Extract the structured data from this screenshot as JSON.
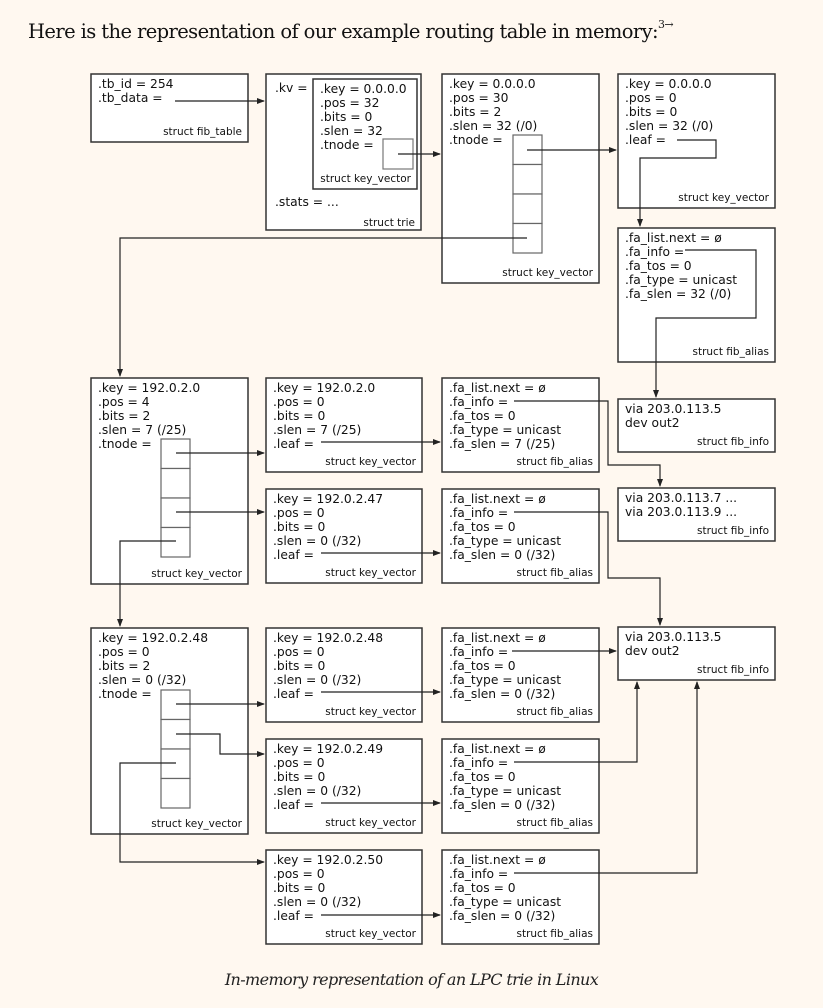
{
  "intro": {
    "text": "Here is the representation of our example routing table in memory:",
    "footnote": "3→"
  },
  "caption": "In-memory representation of an LPC trie in Linux",
  "nodes": {
    "fib_table": {
      "fields": [
        ".tb_id = 254",
        ".tb_data ="
      ],
      "label": "struct fib_table"
    },
    "trie": {
      "fields": [
        ".kv =",
        ".stats = ..."
      ],
      "label": "struct trie"
    },
    "trie_kv": {
      "fields": [
        ".key = 0.0.0.0",
        ".pos = 32",
        ".bits = 0",
        ".slen = 32",
        ".tnode ="
      ],
      "label": "struct key_vector"
    },
    "root_tnode": {
      "fields": [
        ".key = 0.0.0.0",
        ".pos = 30",
        ".bits = 2",
        ".slen = 32 (/0)",
        ".tnode ="
      ],
      "label": "struct key_vector"
    },
    "leaf_default": {
      "fields": [
        ".key = 0.0.0.0",
        ".pos = 0",
        ".bits = 0",
        ".slen = 32 (/0)",
        ".leaf ="
      ],
      "label": "struct key_vector"
    },
    "alias_default": {
      "fields": [
        ".fa_list.next = ø",
        ".fa_info =",
        ".fa_tos = 0",
        ".fa_type = unicast",
        ".fa_slen = 32 (/0)"
      ],
      "label": "struct fib_alias"
    },
    "info_1": {
      "fields": [
        "via 203.0.113.5",
        "dev out2"
      ],
      "label": "struct fib_info"
    },
    "tnode_192_0_2_0": {
      "fields": [
        ".key = 192.0.2.0",
        ".pos = 4",
        ".bits = 2",
        ".slen = 7 (/25)",
        ".tnode ="
      ],
      "label": "struct key_vector"
    },
    "leaf_192_0_2_0": {
      "fields": [
        ".key = 192.0.2.0",
        ".pos = 0",
        ".bits = 0",
        ".slen = 7 (/25)",
        ".leaf ="
      ],
      "label": "struct key_vector"
    },
    "alias_192_0_2_0": {
      "fields": [
        ".fa_list.next = ø",
        ".fa_info =",
        ".fa_tos = 0",
        ".fa_type = unicast",
        ".fa_slen = 7 (/25)"
      ],
      "label": "struct fib_alias"
    },
    "info_2": {
      "fields": [
        "via 203.0.113.7 ...",
        "via 203.0.113.9 ..."
      ],
      "label": "struct fib_info"
    },
    "leaf_192_0_2_47": {
      "fields": [
        ".key = 192.0.2.47",
        ".pos = 0",
        ".bits = 0",
        ".slen = 0 (/32)",
        ".leaf ="
      ],
      "label": "struct key_vector"
    },
    "alias_192_0_2_47": {
      "fields": [
        ".fa_list.next = ø",
        ".fa_info =",
        ".fa_tos = 0",
        ".fa_type = unicast",
        ".fa_slen = 0 (/32)"
      ],
      "label": "struct fib_alias"
    },
    "tnode_192_0_2_48": {
      "fields": [
        ".key = 192.0.2.48",
        ".pos = 0",
        ".bits = 2",
        ".slen = 0 (/32)",
        ".tnode ="
      ],
      "label": "struct key_vector"
    },
    "leaf_192_0_2_48": {
      "fields": [
        ".key = 192.0.2.48",
        ".pos = 0",
        ".bits = 0",
        ".slen = 0 (/32)",
        ".leaf ="
      ],
      "label": "struct key_vector"
    },
    "alias_192_0_2_48": {
      "fields": [
        ".fa_list.next = ø",
        ".fa_info =",
        ".fa_tos = 0",
        ".fa_type = unicast",
        ".fa_slen = 0 (/32)"
      ],
      "label": "struct fib_alias"
    },
    "info_3": {
      "fields": [
        "via 203.0.113.5",
        "dev out2"
      ],
      "label": "struct fib_info"
    },
    "leaf_192_0_2_49": {
      "fields": [
        ".key = 192.0.2.49",
        ".pos = 0",
        ".bits = 0",
        ".slen = 0 (/32)",
        ".leaf ="
      ],
      "label": "struct key_vector"
    },
    "alias_192_0_2_49": {
      "fields": [
        ".fa_list.next = ø",
        ".fa_info =",
        ".fa_tos = 0",
        ".fa_type = unicast",
        ".fa_slen = 0 (/32)"
      ],
      "label": "struct fib_alias"
    },
    "leaf_192_0_2_50": {
      "fields": [
        ".key = 192.0.2.50",
        ".pos = 0",
        ".bits = 0",
        ".slen = 0 (/32)",
        ".leaf ="
      ],
      "label": "struct key_vector"
    },
    "alias_192_0_2_50": {
      "fields": [
        ".fa_list.next = ø",
        ".fa_info =",
        ".fa_tos = 0",
        ".fa_type = unicast",
        ".fa_slen = 0 (/32)"
      ],
      "label": "struct fib_alias"
    }
  }
}
